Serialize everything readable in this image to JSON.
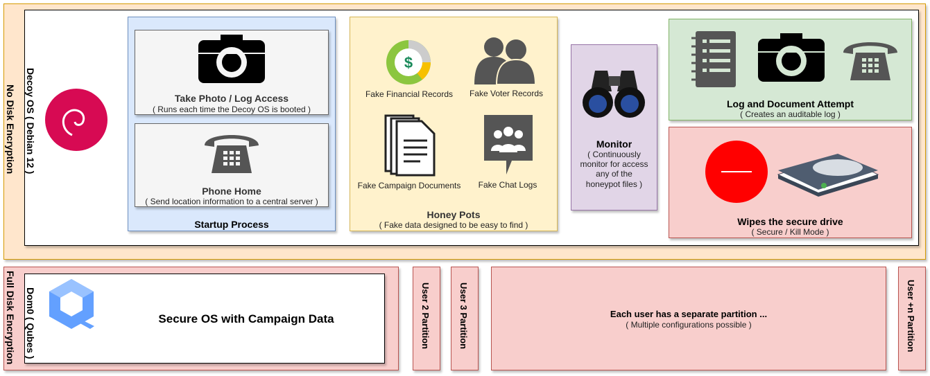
{
  "decoy": {
    "encryption_label": "No Disk Encryption",
    "os_label": "Decoy OS ( Debian 12 )"
  },
  "startup": {
    "title": "Startup Process",
    "photo": {
      "title": "Take Photo / Log Access",
      "desc": "( Runs each time the Decoy OS is booted )"
    },
    "phone": {
      "title": "Phone Home",
      "desc": "( Send location information to a central server )"
    }
  },
  "honeypots": {
    "title": "Honey Pots",
    "desc": "( Fake data designed to be easy to find )",
    "items": [
      "Fake Financial Records",
      "Fake Voter Records",
      "Fake Campaign Documents",
      "Fake Chat Logs"
    ]
  },
  "monitor": {
    "title": "Monitor",
    "desc_lines": [
      "( Continuously",
      "monitor for access",
      "any of the",
      "honeypot files )"
    ]
  },
  "log": {
    "title": "Log and Document Attempt",
    "desc": "( Creates an auditable log )"
  },
  "wipe": {
    "title": "Wipes the secure drive",
    "desc": "( Secure / Kill Mode )"
  },
  "secure": {
    "encryption_label": "Full Disk Encryption",
    "os_label": "Dom0 ( Qubes )",
    "title": "Secure OS with Campaign Data",
    "partitions": [
      "User 2 Partition",
      "User 3 Partition",
      "User +n Partition"
    ],
    "note": {
      "title": "Each user has a separate partition ...",
      "desc": "( Multiple configurations possible )"
    }
  },
  "colors": {
    "debian": "#d70a53",
    "qubes": "#63a0ff",
    "stop": "#ff0000"
  }
}
